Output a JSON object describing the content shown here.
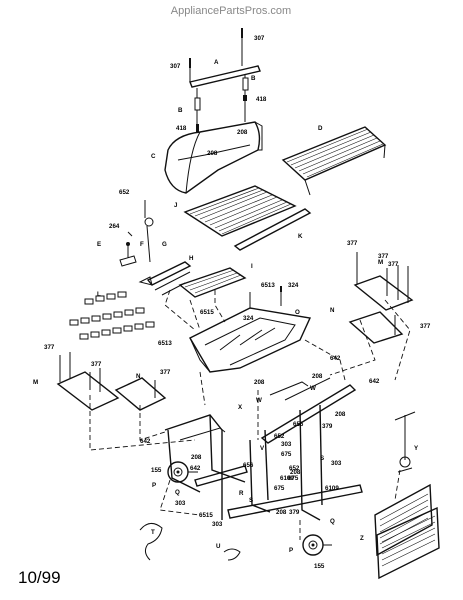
{
  "watermark": "AppliancePartsPros.com",
  "date_label": "10/99",
  "callouts": {
    "c307a": "307",
    "c307b": "307",
    "cA": "A",
    "cB1": "B",
    "cB2": "B",
    "c418a": "418",
    "c418b": "418",
    "c208a": "208",
    "c208b": "208",
    "cC": "C",
    "cD": "D",
    "c652": "652",
    "cJ": "J",
    "cK": "K",
    "c264": "264",
    "cE": "E",
    "cF": "F",
    "cG": "G",
    "cH": "H",
    "cI": "I",
    "cL": "L",
    "c377a": "377",
    "c377b": "377",
    "c377c": "377",
    "c377d": "377",
    "c377e": "377",
    "c377f": "377",
    "c377g": "377",
    "cM1": "M",
    "cM2": "M",
    "cN1": "N",
    "cN2": "N",
    "c6513a": "6513",
    "c324a": "324",
    "c6515a": "6515",
    "c324b": "324",
    "cO": "O",
    "c6513b": "6513",
    "c642a": "642",
    "c642b": "642",
    "c642c": "642",
    "c642d": "642",
    "c208c": "208",
    "c208d": "208",
    "c208e": "208",
    "c208f": "208",
    "c208g": "208",
    "c208h": "208",
    "cW1": "W",
    "cW2": "W",
    "cX": "X",
    "c656a": "656",
    "c656b": "656",
    "c379a": "379",
    "c379b": "379",
    "c652b": "652",
    "c652c": "652",
    "c303a": "303",
    "c303b": "303",
    "c303c": "303",
    "c303d": "303",
    "c675a": "675",
    "c675b": "675",
    "c675c": "675",
    "c6109a": "6109",
    "c6109b": "6109",
    "cS1": "S",
    "cS2": "S",
    "cY": "Y",
    "c155a": "155",
    "c155b": "155",
    "cP1": "P",
    "cP2": "P",
    "cQ1": "Q",
    "cQ2": "Q",
    "cR": "R",
    "cV": "V",
    "c6515b": "6515",
    "cT": "T",
    "cU": "U",
    "cZ": "Z"
  }
}
